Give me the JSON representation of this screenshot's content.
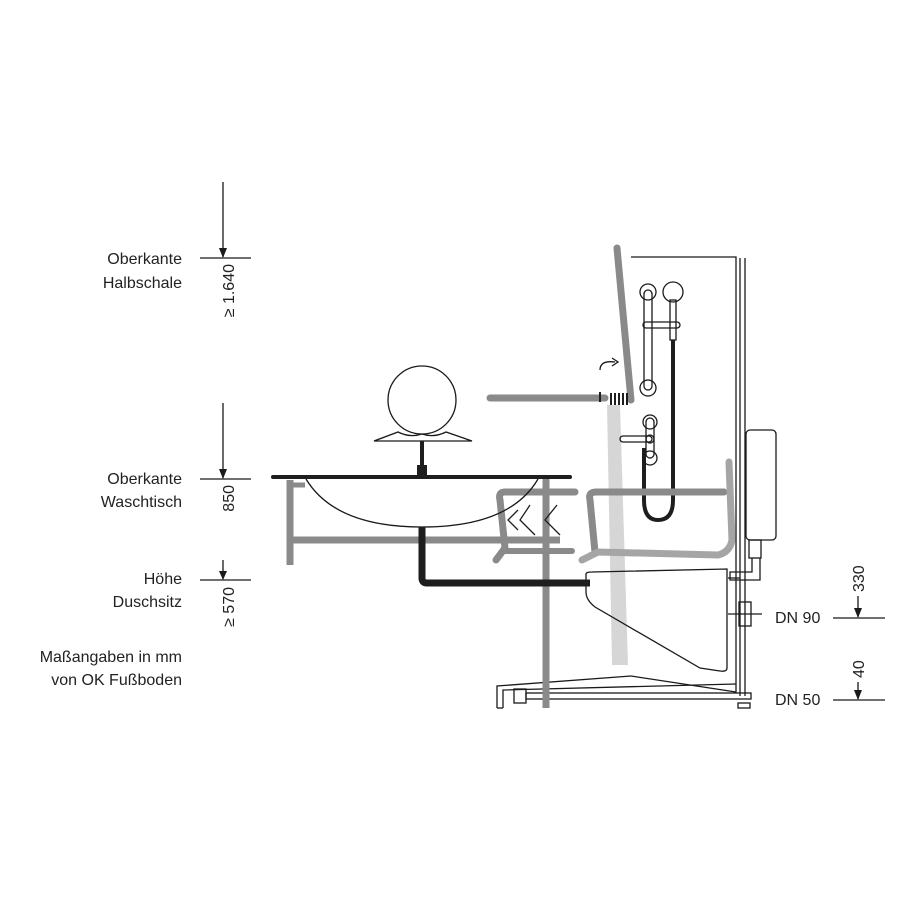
{
  "labels": {
    "halbschale": [
      "Oberkante",
      "Halbschale"
    ],
    "waschtisch": [
      "Oberkante",
      "Waschtisch"
    ],
    "duschsitz": [
      "Höhe",
      "Duschsitz"
    ],
    "note": [
      "Maßangaben in mm",
      "von OK Fußboden"
    ]
  },
  "dimensions": {
    "halbschale": "≥ 1.640",
    "waschtisch": "850",
    "duschsitz": "≥ 570",
    "dn90_height": "330",
    "dn50_height": "40"
  },
  "connections": {
    "dn90": "DN 90",
    "dn50": "DN 50"
  },
  "colors": {
    "line": "#1e1e1e",
    "grey_parts": "#8a8a8a",
    "light_grey": "#d2d2d2"
  }
}
